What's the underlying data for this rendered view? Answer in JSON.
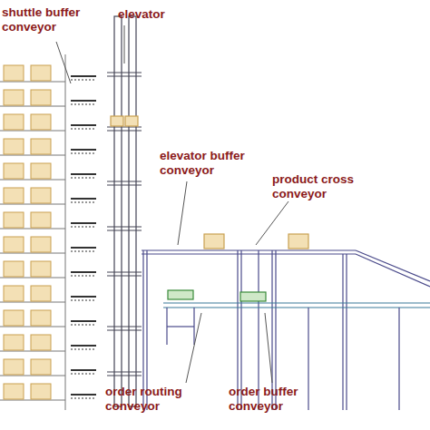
{
  "diagram": {
    "labels": [
      "shuttle buffer conveyor",
      "elevator",
      "elevator buffer conveyor",
      "product cross conveyor",
      "order routing conveyor",
      "order buffer conveyor"
    ]
  }
}
